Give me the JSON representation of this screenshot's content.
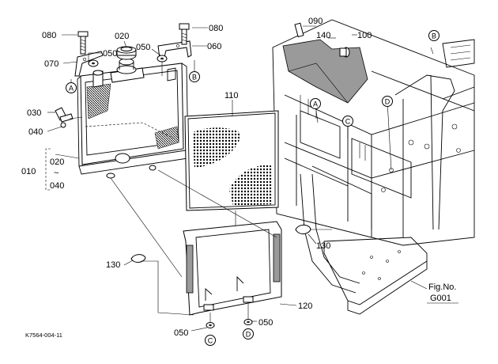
{
  "parts": {
    "p080a": "080",
    "p070": "070",
    "p050a": "050",
    "p020": "020",
    "p050b": "050",
    "p080b": "080",
    "p060": "060",
    "p090": "090",
    "p140": "140",
    "p100": "100",
    "p030": "030",
    "p040": "040",
    "p010": "010",
    "p020r": "020",
    "p040r": "040",
    "p110": "110",
    "p130a": "130",
    "p130b": "130",
    "p120": "120",
    "p050c": "050",
    "p050d": "050"
  },
  "markers": {
    "A1": "A",
    "B1": "B",
    "B2": "B",
    "A2": "A",
    "C1": "C",
    "D1": "D",
    "C2": "C",
    "D2": "D"
  },
  "figure": {
    "fig_no_label": "Fig.No.",
    "fig_no_value": "G001",
    "drawing_code": "K7564-004-11",
    "range_tilde": "~"
  }
}
